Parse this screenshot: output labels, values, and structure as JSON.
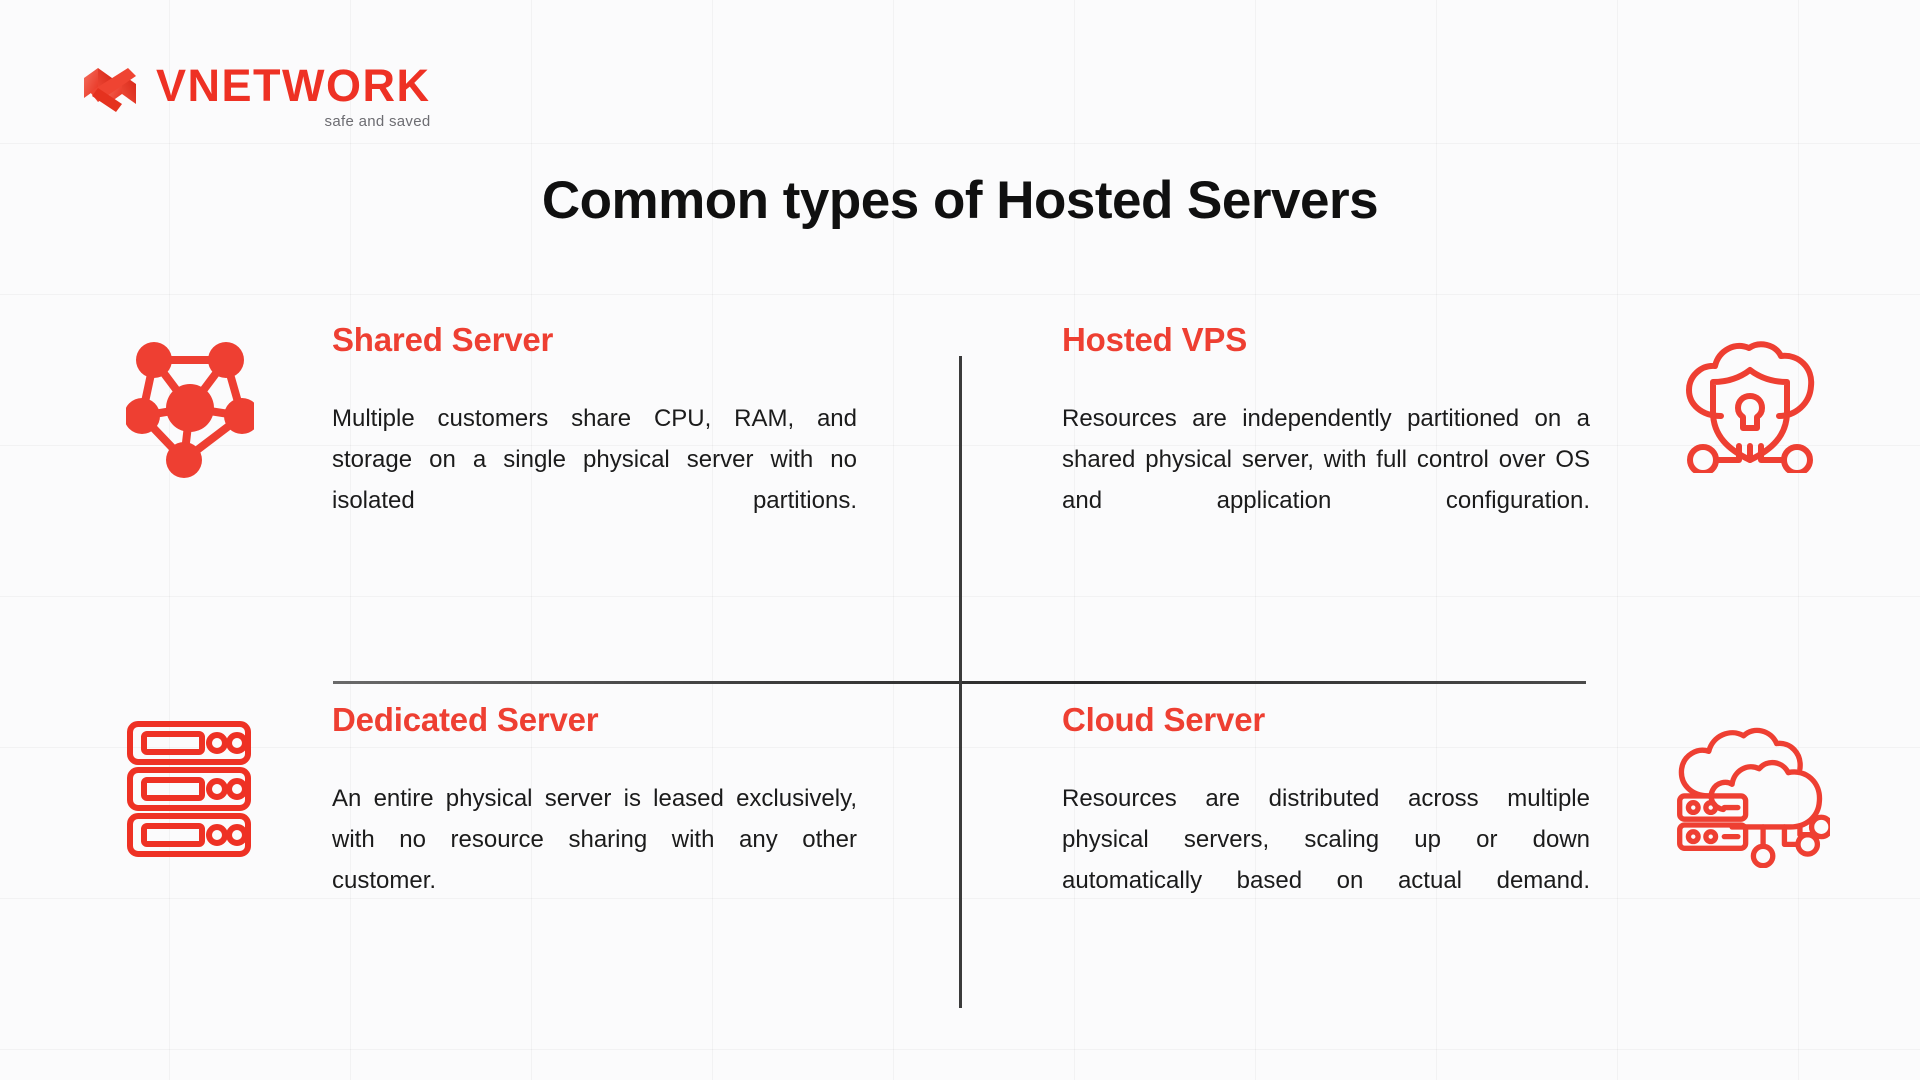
{
  "brand": {
    "logo_mark": "vnetwork-cube-logo",
    "name": "VNETWORK",
    "tagline": "safe and saved",
    "accent_color": "#ee3124",
    "heading_color": "#ee3f32"
  },
  "title": "Common types of Hosted Servers",
  "cards": [
    {
      "icon": "network-mesh-icon",
      "title": "Shared Server",
      "body": "Multiple customers share CPU, RAM, and storage on a single physical server with no isolated partitions."
    },
    {
      "icon": "cloud-shield-lock-icon",
      "title": "Hosted VPS",
      "body": "Resources are independently partitioned on a shared physical server, with full control over OS and application configuration."
    },
    {
      "icon": "server-rack-icon",
      "title": "Dedicated Server",
      "body": "An entire physical server is leased exclusively, with no resource sharing with any other customer."
    },
    {
      "icon": "cloud-server-network-icon",
      "title": "Cloud Server",
      "body": "Resources are distributed across multiple physical servers, scaling up or down automatically based on actual demand."
    }
  ]
}
